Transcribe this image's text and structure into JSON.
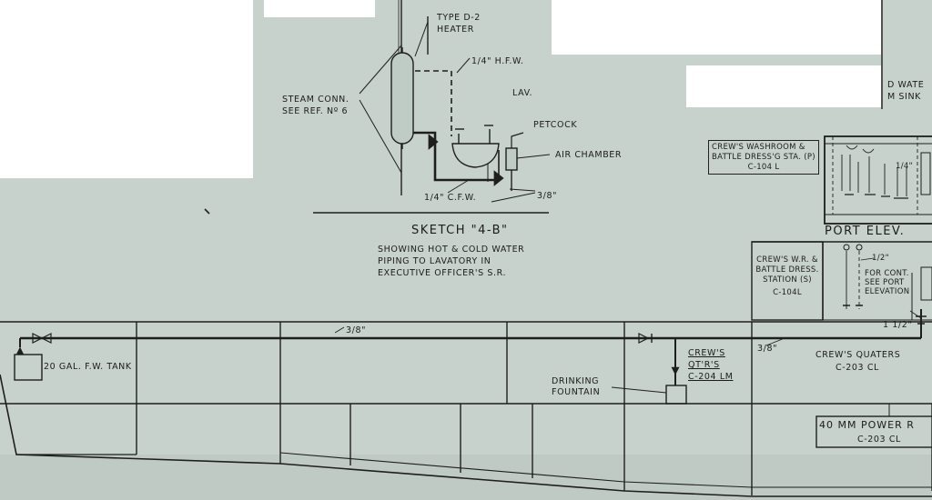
{
  "sketch": {
    "title": "SKETCH \"4-B\"",
    "caption": [
      "SHOWING HOT & COLD WATER",
      "PIPING TO LAVATORY IN",
      "EXECUTIVE OFFICER'S S.R."
    ],
    "heater": [
      "TYPE D-2",
      "HEATER"
    ],
    "hfw": "1/4\" H.F.W.",
    "steam": [
      "STEAM CONN.",
      "SEE REF. Nº 6"
    ],
    "lav": "LAV.",
    "petcock": "PETCOCK",
    "air_chamber": "AIR CHAMBER",
    "cfw": "1/4\" C.F.W.",
    "three_eighths": "3/8\""
  },
  "right_top": {
    "partial_1": "D WATE",
    "partial_2": "M SINK",
    "washroom_box": [
      "CREW'S WASHROOM &",
      "BATTLE DRESS'G STA. (P)",
      "C-104 L"
    ],
    "quarter": "1/4\"",
    "port_elev": "PORT ELEV.",
    "wr_box": [
      "CREW'S W.R. &",
      "BATTLE DRESS.",
      "STATION (S)",
      "C-104L"
    ],
    "half": "1/2\"",
    "for_cont": [
      "FOR CONT.",
      "SEE PORT",
      "ELEVATION"
    ]
  },
  "lower": {
    "three_eighths_a": "3/8\"",
    "tank": "20 GAL. F.W. TANK",
    "crews_qtrs": [
      "CREW'S",
      "QT'R'S",
      "C-204 LM"
    ],
    "drinking": [
      "DRINKING",
      "FOUNTAIN"
    ],
    "three_eighths_b": "3/8\"",
    "crews_quaters": [
      "CREW'S QUATERS",
      "C-203 CL"
    ],
    "one_half": "1 1/2\"",
    "power_box": [
      "40 MM POWER R",
      "C-203 CL"
    ]
  }
}
